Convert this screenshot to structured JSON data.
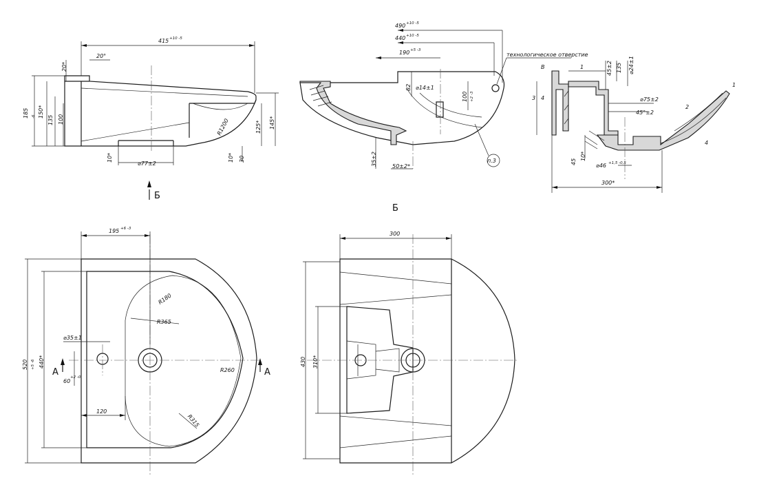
{
  "view_top": {
    "width_dim": "415",
    "width_tol": "+10 -5",
    "angle_dim": "20°",
    "d20": "20*",
    "h185": "185",
    "h185_tol": "-6",
    "h150": "150*",
    "h135": "135",
    "h100": "100",
    "r1200": "R1200",
    "h125": "125*",
    "h145": "145*",
    "h30": "30",
    "h10a": "10*",
    "h10b": "10*",
    "hole_dia": "⌀77±2",
    "view_arrow": "Б"
  },
  "view_section": {
    "d490": "490",
    "d490_tol": "+10 -5",
    "d440": "440",
    "d440_tol": "+10 -5",
    "d190": "190",
    "d190_tol": "+5 -3",
    "tech_hole": "технологическое отверстие",
    "h82": "82",
    "dia14": "⌀14±1",
    "h100b": "100",
    "h100b_tol": "+2 -3",
    "h35": "35±2",
    "d50": "50±2*",
    "p3": "п.3",
    "label": "Б"
  },
  "view_detail": {
    "letter_b": "В",
    "n1": "1",
    "n2": "2",
    "n3": "3",
    "n4a": "4",
    "n4b": "4",
    "n1b": "1",
    "h45": "45±2",
    "h135b": "135",
    "d24": "⌀24±1",
    "d75": "⌀75±2",
    "a45": "45°±2",
    "h10c": "10*",
    "h45b": "45",
    "d46": "⌀46",
    "d46_tol": "+1,5 -0,5",
    "w300": "300*"
  },
  "view_plan": {
    "w195": "195",
    "w195_tol": "+6 -3",
    "r180": "R180",
    "r365": "R365",
    "r260": "R260",
    "r315": "R315",
    "dia35": "⌀35±1",
    "d60": "60",
    "d60_tol": "+2 -0",
    "h440": "440*",
    "h520": "520",
    "h520_tol": "+5 -6",
    "w120": "120",
    "sec_a_left": "А",
    "sec_a_right": "А"
  },
  "view_side": {
    "w300b": "300",
    "h430": "430",
    "h310": "310*"
  }
}
